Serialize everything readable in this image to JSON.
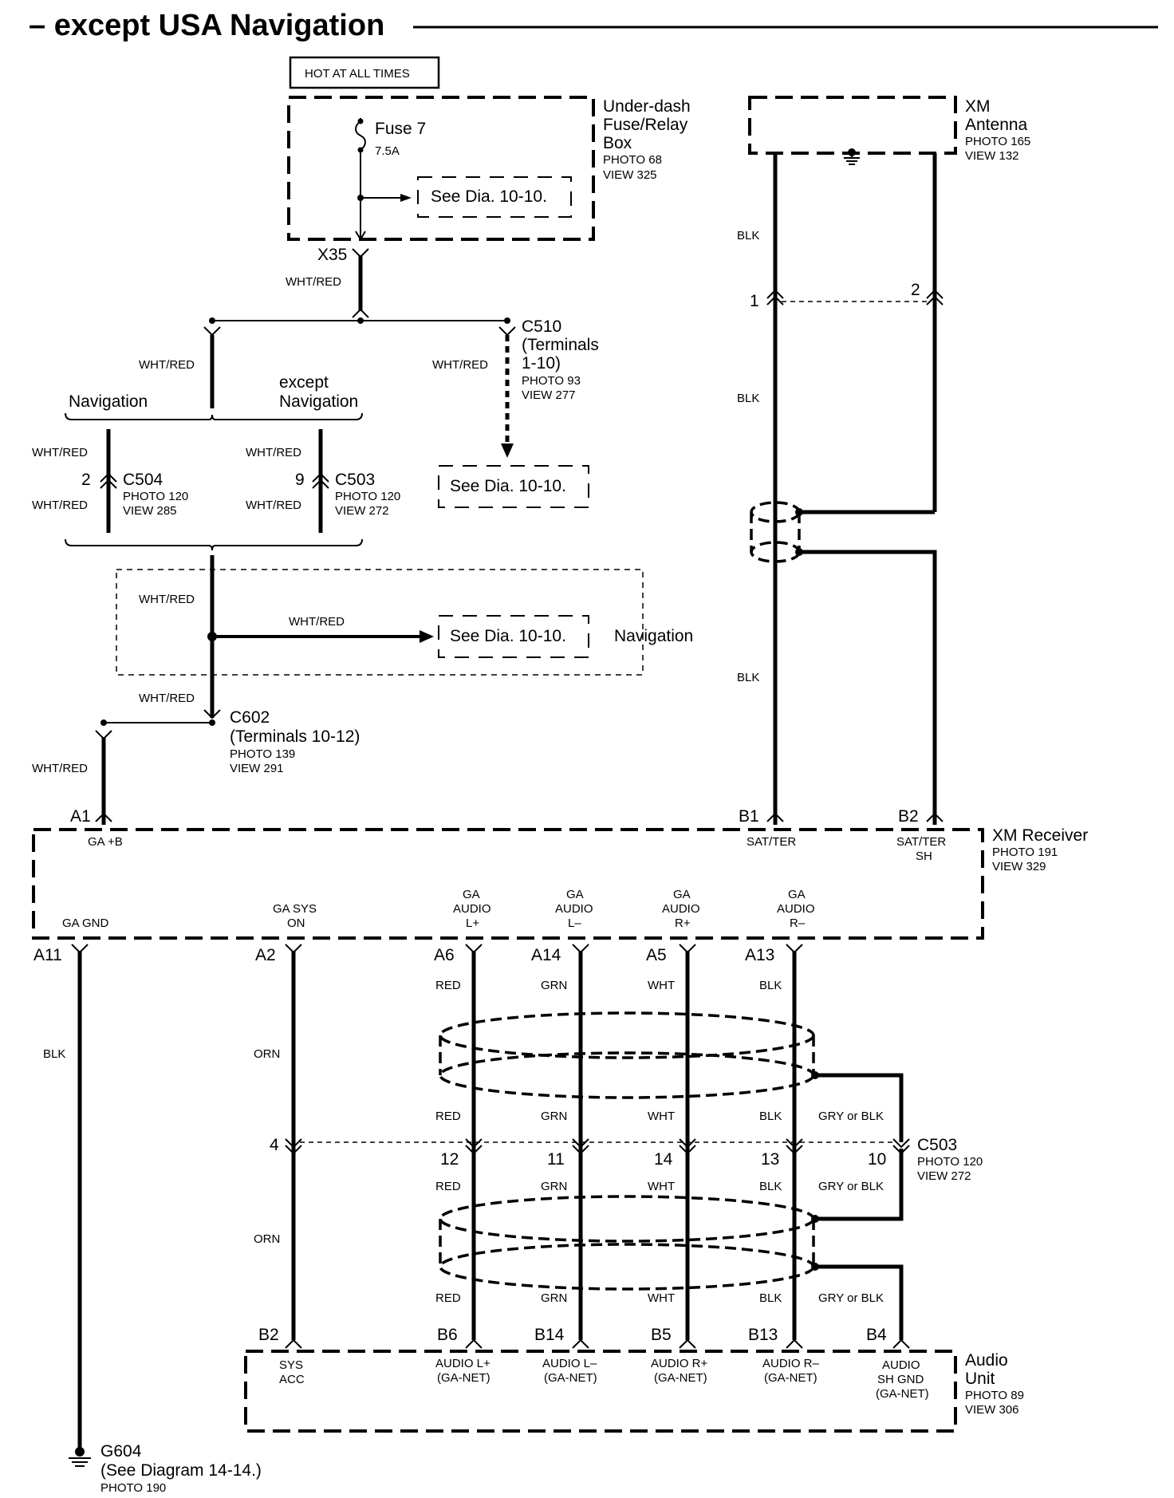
{
  "title": "– except USA Navigation",
  "hot_label": "HOT AT ALL TIMES",
  "fuse_box": {
    "name_1": "Under-dash",
    "name_2": "Fuse/Relay",
    "name_3": "Box",
    "photo": "PHOTO 68",
    "view": "VIEW 325",
    "fuse": "Fuse 7",
    "rating": "7.5A",
    "see_dia": "See Dia. 10-10.",
    "pin": "X35"
  },
  "wires": {
    "wht_red": "WHT/RED",
    "blk": "BLK",
    "red": "RED",
    "grn": "GRN",
    "wht": "WHT",
    "orn": "ORN",
    "gry_or_blk": "GRY or BLK"
  },
  "c510": {
    "name": "C510",
    "terminals_1": "(Terminals",
    "terminals_2": "1-10)",
    "photo": "PHOTO 93",
    "view": "VIEW 277",
    "see_dia": "See Dia. 10-10."
  },
  "variants": {
    "navigation": "Navigation",
    "except_1": "except",
    "except_2": "Navigation"
  },
  "c504": {
    "name": "C504",
    "pin": "2",
    "photo": "PHOTO 120",
    "view": "VIEW 285"
  },
  "c503_top": {
    "name": "C503",
    "pin": "9",
    "photo": "PHOTO 120",
    "view": "VIEW 272"
  },
  "nav_branch": {
    "see_dia": "See Dia. 10-10.",
    "label": "Navigation"
  },
  "c602": {
    "name": "C602",
    "terminals": "(Terminals 10-12)",
    "photo": "PHOTO 139",
    "view": "VIEW 291"
  },
  "xm_antenna": {
    "name_1": "XM",
    "name_2": "Antenna",
    "photo": "PHOTO 165",
    "view": "VIEW 132",
    "pin_1": "1",
    "pin_2": "2"
  },
  "xm_receiver": {
    "name": "XM Receiver",
    "photo": "PHOTO 191",
    "view": "VIEW 329",
    "pins": {
      "a1": "A1",
      "b1": "B1",
      "b2": "B2",
      "a11": "A11",
      "a2": "A2",
      "a6": "A6",
      "a14": "A14",
      "a5": "A5",
      "a13": "A13"
    },
    "labels": {
      "ga_b": "GA +B",
      "sat_ter": "SAT/TER",
      "sat_ter_sh_1": "SAT/TER",
      "sat_ter_sh_2": "SH",
      "ga_gnd": "GA GND",
      "ga_sys_1": "GA SYS",
      "ga_sys_2": "ON",
      "ga": "GA",
      "audio": "AUDIO",
      "l_plus": "L+",
      "l_minus": "L–",
      "r_plus": "R+",
      "r_minus": "R–"
    }
  },
  "c503_bottom": {
    "name": "C503",
    "photo": "PHOTO 120",
    "view": "VIEW 272",
    "pins": {
      "p4": "4",
      "p12": "12",
      "p11": "11",
      "p14": "14",
      "p13": "13",
      "p10": "10"
    }
  },
  "audio_unit": {
    "name_1": "Audio",
    "name_2": "Unit",
    "photo": "PHOTO 89",
    "view": "VIEW 306",
    "pins": {
      "b2": "B2",
      "b6": "B6",
      "b14": "B14",
      "b5": "B5",
      "b13": "B13",
      "b4": "B4"
    },
    "labels": {
      "sys": "SYS",
      "acc": "ACC",
      "audio_l_plus": "AUDIO L+",
      "audio_l_minus": "AUDIO L–",
      "audio_r_plus": "AUDIO R+",
      "audio_r_minus": "AUDIO R–",
      "ga_net": "(GA-NET)",
      "audio": "AUDIO",
      "sh_gnd": "SH GND"
    }
  },
  "ground": {
    "name": "G604",
    "see": "(See Diagram 14-14.)",
    "photo": "PHOTO 190"
  }
}
